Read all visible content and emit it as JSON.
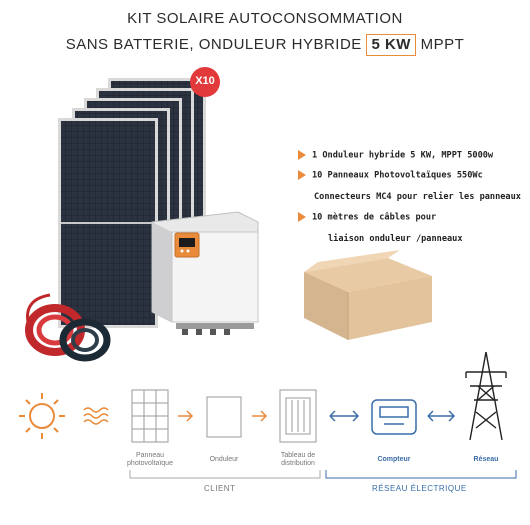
{
  "title": {
    "line1": "KIT SOLAIRE AUTOCONSOMMATION",
    "line2_prefix": "SANS BATTERIE, ONDULEUR HYBRIDE",
    "line2_highlight": "5 KW",
    "line2_suffix": "MPPT"
  },
  "badge": "X10",
  "features": [
    "1  Onduleur hybride 5 KW, MPPT 5000w",
    "10 Panneaux Photovoltaïques 550Wc",
    "Connecteurs MC4 pour relier les panneaux",
    "10 mètres de câbles pour",
    "liaison onduleur /panneaux"
  ],
  "diagram": {
    "labels": {
      "panneau": "Panneau\nphotovoltaïque",
      "onduleur": "Onduleur",
      "tableau": "Tableau de\ndistribution",
      "compteur": "Compteur",
      "reseau": "Réseau"
    },
    "groups": {
      "client": "CLIENT",
      "reseau_electrique": "RÉSEAU ÉLECTRIQUE"
    }
  },
  "colors": {
    "accent": "#e98b3a",
    "blue": "#3a6ea8",
    "badge": "#e23a3a"
  }
}
